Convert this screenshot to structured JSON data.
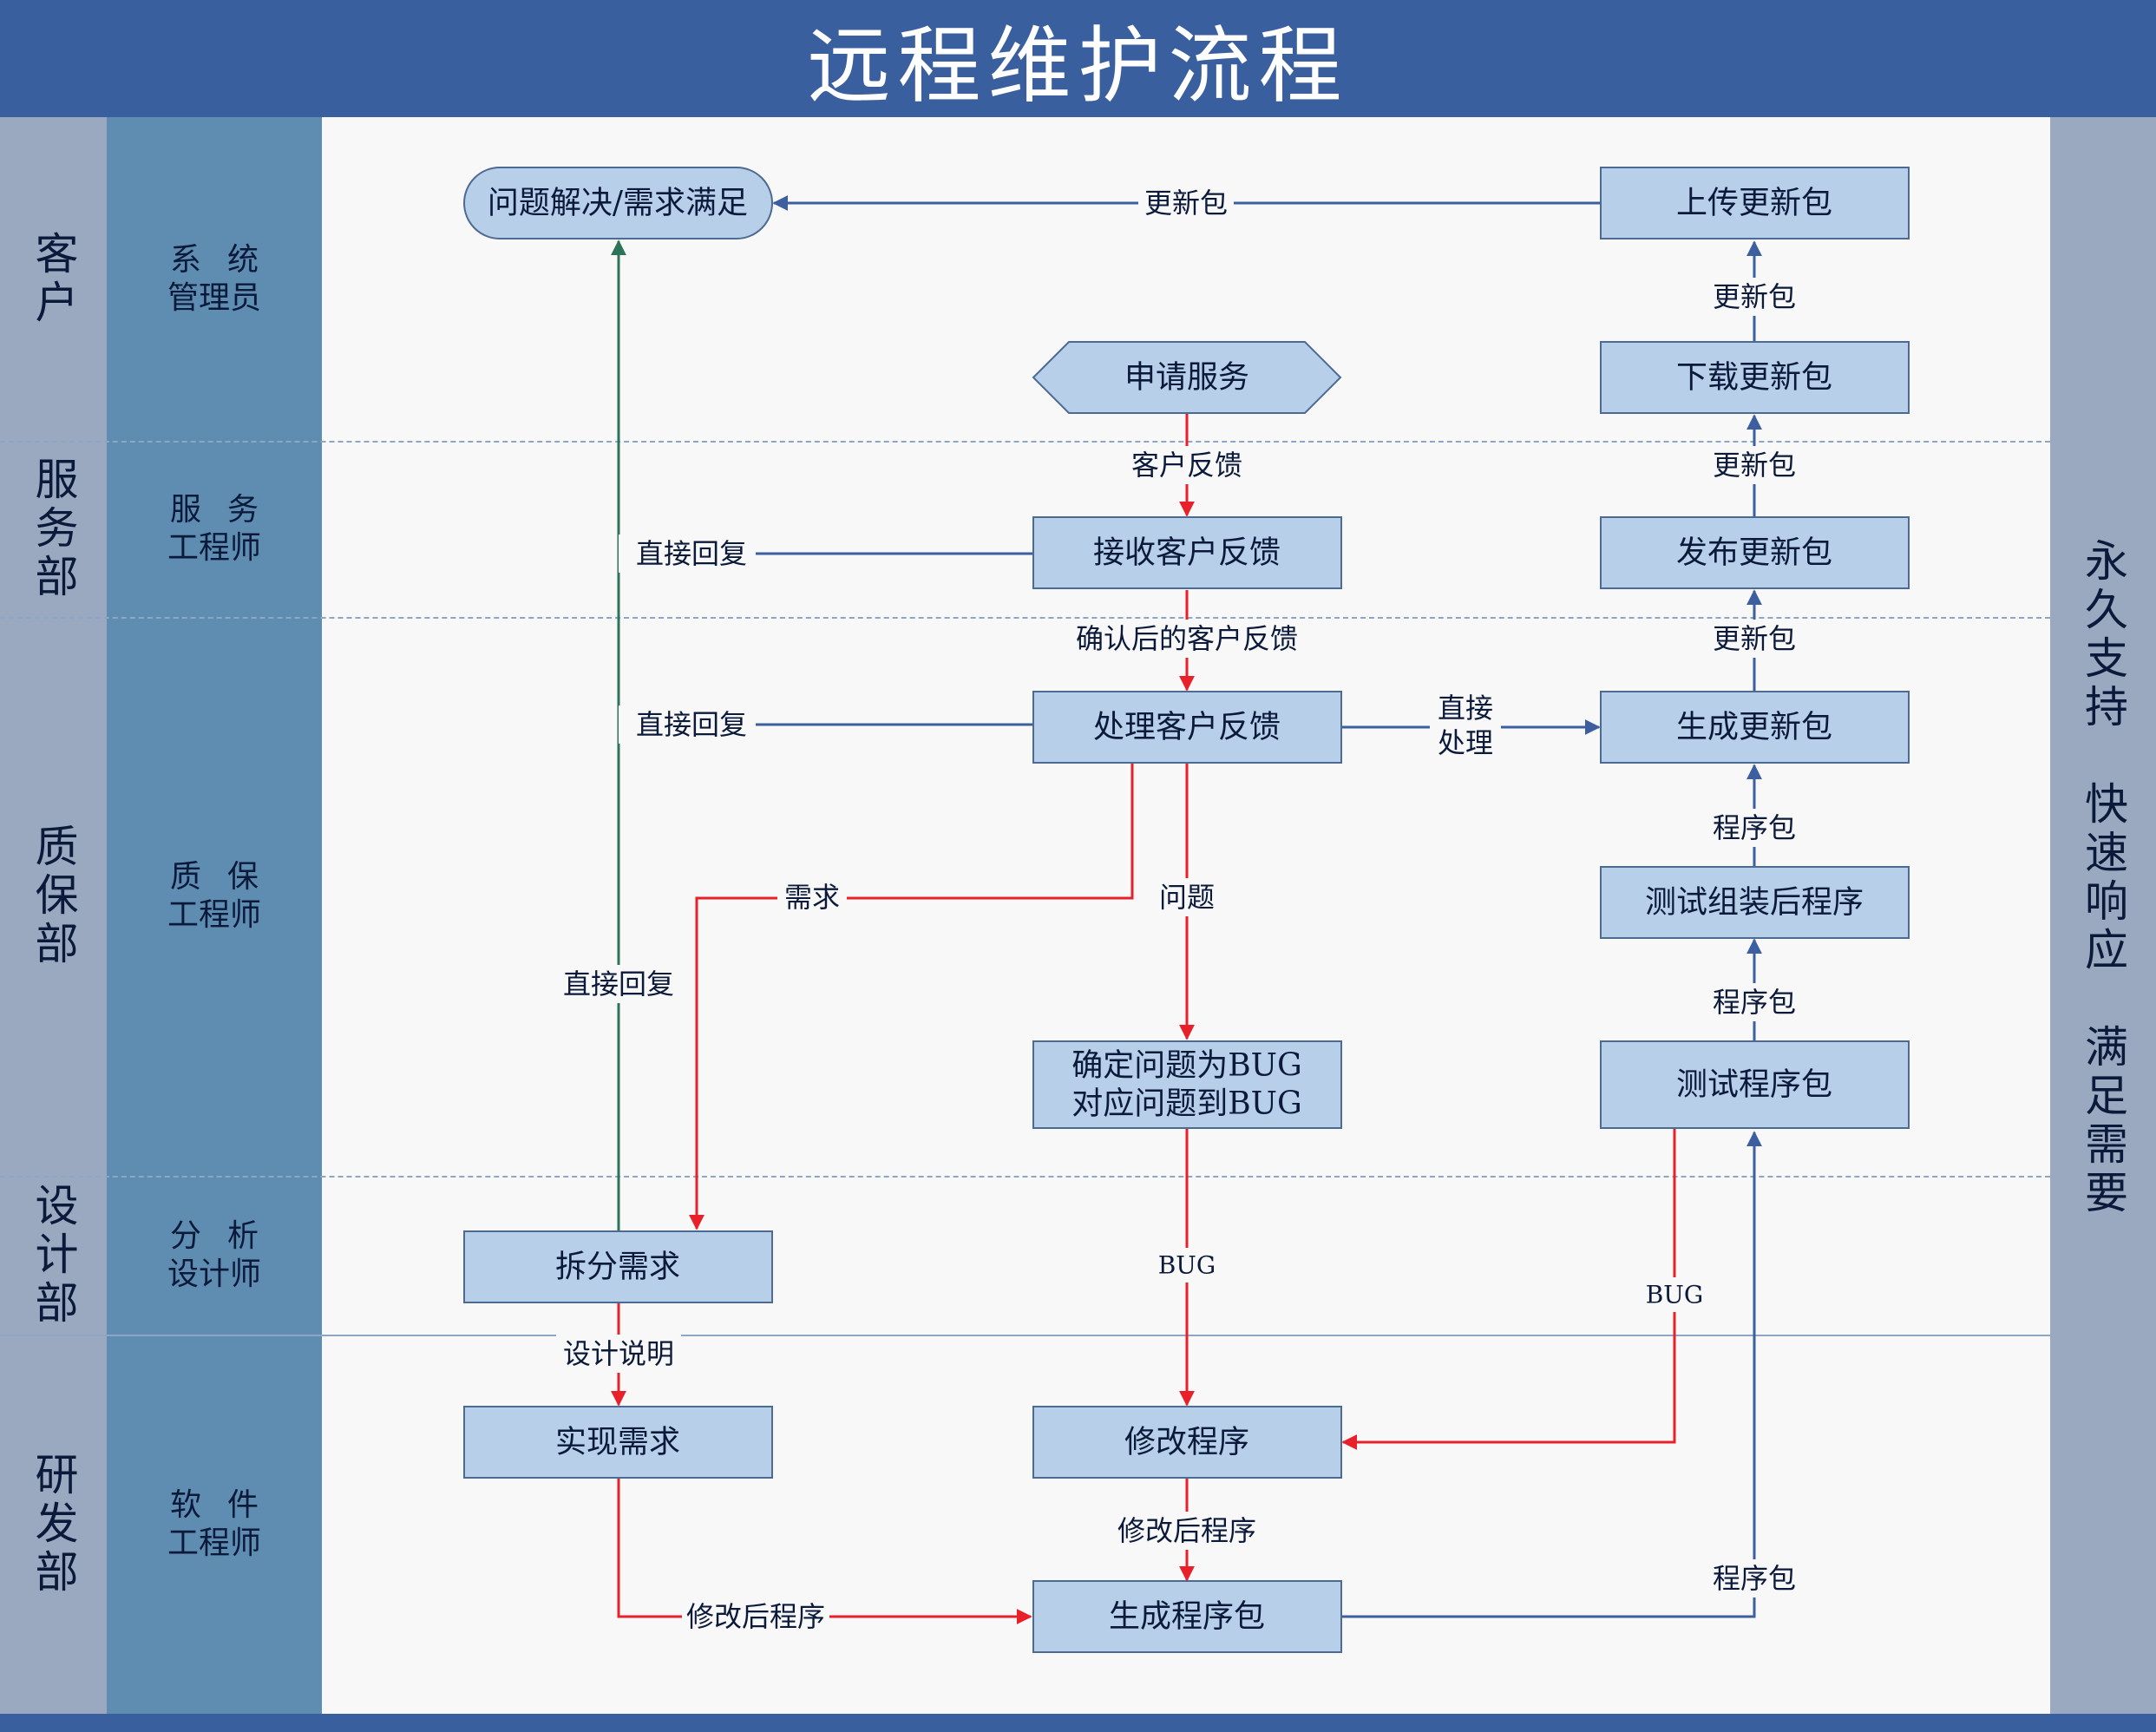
{
  "title": "远程维护流程",
  "colors": {
    "header": "#3a5f9f",
    "blue_arrow": "#3d5f9f",
    "red_arrow": "#e8202a",
    "green_arrow": "#2d7358",
    "box_fill": "#b7cfe8"
  },
  "departments": [
    "客户",
    "服务部",
    "质保部",
    "设计部",
    "研发部"
  ],
  "roles": [
    {
      "line1": "系统",
      "line2": "管理员"
    },
    {
      "line1": "服务",
      "line2": "工程师"
    },
    {
      "line1": "质保",
      "line2": "工程师"
    },
    {
      "line1": "分析",
      "line2": "设计师"
    },
    {
      "line1": "软件",
      "line2": "工程师"
    }
  ],
  "right_slogan": "永久支持　快速响应　满足需要",
  "nodes": {
    "resolved": "问题解决/需求满足",
    "upload": "上传更新包",
    "download": "下载更新包",
    "apply": "申请服务",
    "receive": "接收客户反馈",
    "publish": "发布更新包",
    "process": "处理客户反馈",
    "generate_update": "生成更新包",
    "test_assembled": "测试组装后程序",
    "confirm_bug_1": "确定问题为BUG",
    "confirm_bug_2": "对应问题到BUG",
    "test_package": "测试程序包",
    "split": "拆分需求",
    "implement": "实现需求",
    "modify": "修改程序",
    "gen_package": "生成程序包"
  },
  "labels": {
    "update_pkg": "更新包",
    "customer_feedback": "客户反馈",
    "confirmed_feedback": "确认后的客户反馈",
    "direct_reply": "直接回复",
    "direct_1": "直接",
    "direct_2": "处理",
    "requirement": "需求",
    "problem": "问题",
    "program_pkg": "程序包",
    "bug": "BUG",
    "design_doc": "设计说明",
    "modified_program": "修改后程序"
  }
}
